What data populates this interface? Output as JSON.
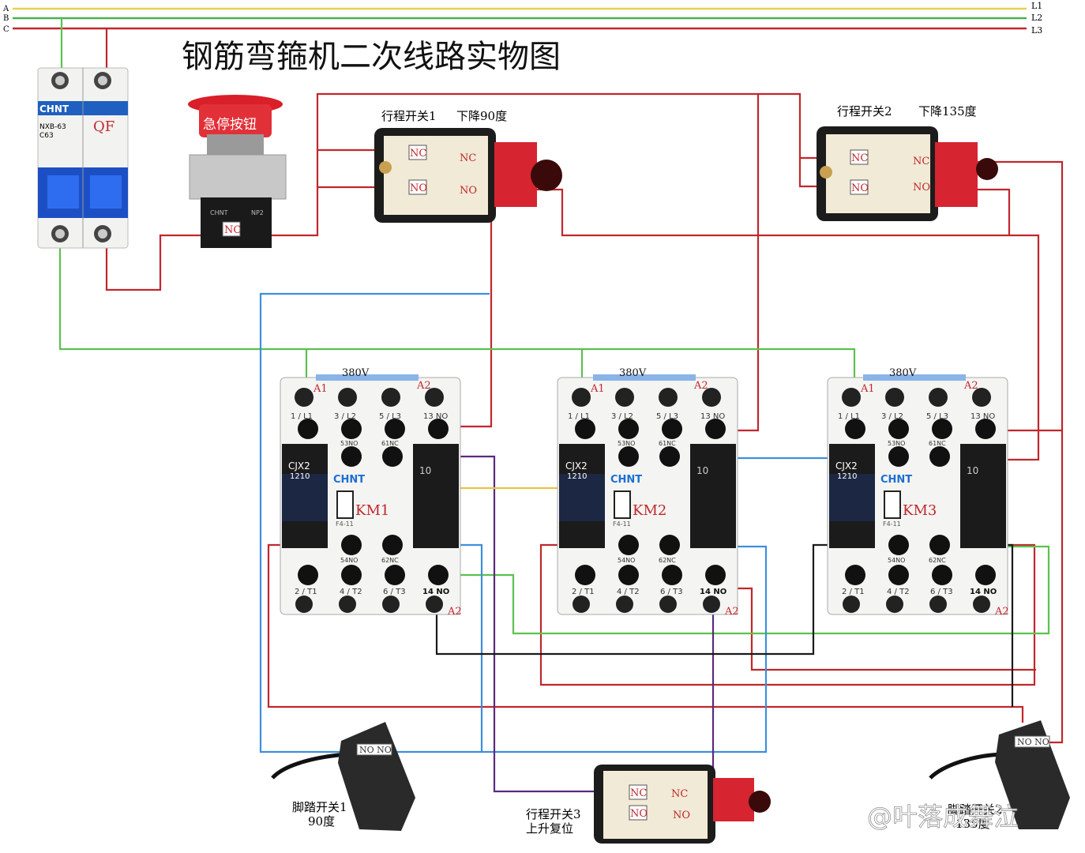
{
  "title": "钢筋弯箍机二次线路实物图",
  "phases": {
    "left": [
      "A",
      "B",
      "C"
    ],
    "right": [
      "L1",
      "L2",
      "L3"
    ]
  },
  "breaker": {
    "brand": "CHNT",
    "model": "NXB-63",
    "rating": "C63",
    "label": "QF"
  },
  "estop": {
    "label": "急停按钮",
    "contact": "NC",
    "brand": "CHNT",
    "model": "NP2"
  },
  "limit_switches": [
    {
      "title": "行程开关1",
      "subtitle": "下降90度",
      "nc": "NC",
      "no": "NO"
    },
    {
      "title": "行程开关2",
      "subtitle": "下降135度",
      "nc": "NC",
      "no": "NO"
    },
    {
      "title": "行程开关3",
      "subtitle": "上升复位",
      "nc": "NC",
      "no": "NO"
    }
  ],
  "contactors": [
    {
      "name": "KM1",
      "voltage": "380V",
      "model": "CJX2",
      "model2": "1210",
      "brand": "CHNT",
      "aux": "10",
      "sub": "F4-11"
    },
    {
      "name": "KM2",
      "voltage": "380V",
      "model": "CJX2",
      "model2": "1210",
      "brand": "CHNT",
      "aux": "10",
      "sub": "F4-11"
    },
    {
      "name": "KM3",
      "voltage": "380V",
      "model": "CJX2",
      "model2": "1210",
      "brand": "CHNT",
      "aux": "10",
      "sub": "F4-11"
    }
  ],
  "terminals": {
    "top": [
      "1 / L1",
      "3 / L2",
      "5 / L3",
      "13 NO"
    ],
    "aux_top": [
      "53NO",
      "61NC"
    ],
    "aux_bottom": [
      "54NO",
      "62NC"
    ],
    "bottom": [
      "2 / T1",
      "4 / T2",
      "6 / T3",
      "14 NO"
    ],
    "a1": "A1",
    "a2": "A2"
  },
  "foot_switches": [
    {
      "title": "脚踏开关1",
      "subtitle": "90度",
      "contacts": "NO NO"
    },
    {
      "title": "脚踏开关2",
      "subtitle": "135度",
      "contacts": "NO NO"
    }
  ],
  "watermark": "@叶落成舞泣",
  "wire_colors": {
    "red": "#c0272d",
    "green": "#5cc14f",
    "blue": "#3d8fdc",
    "purple": "#5b2a7e",
    "yellow": "#e8c547",
    "black": "#1a1a1a",
    "yellowline": "#e6d24a",
    "greenline": "#4caf50"
  }
}
